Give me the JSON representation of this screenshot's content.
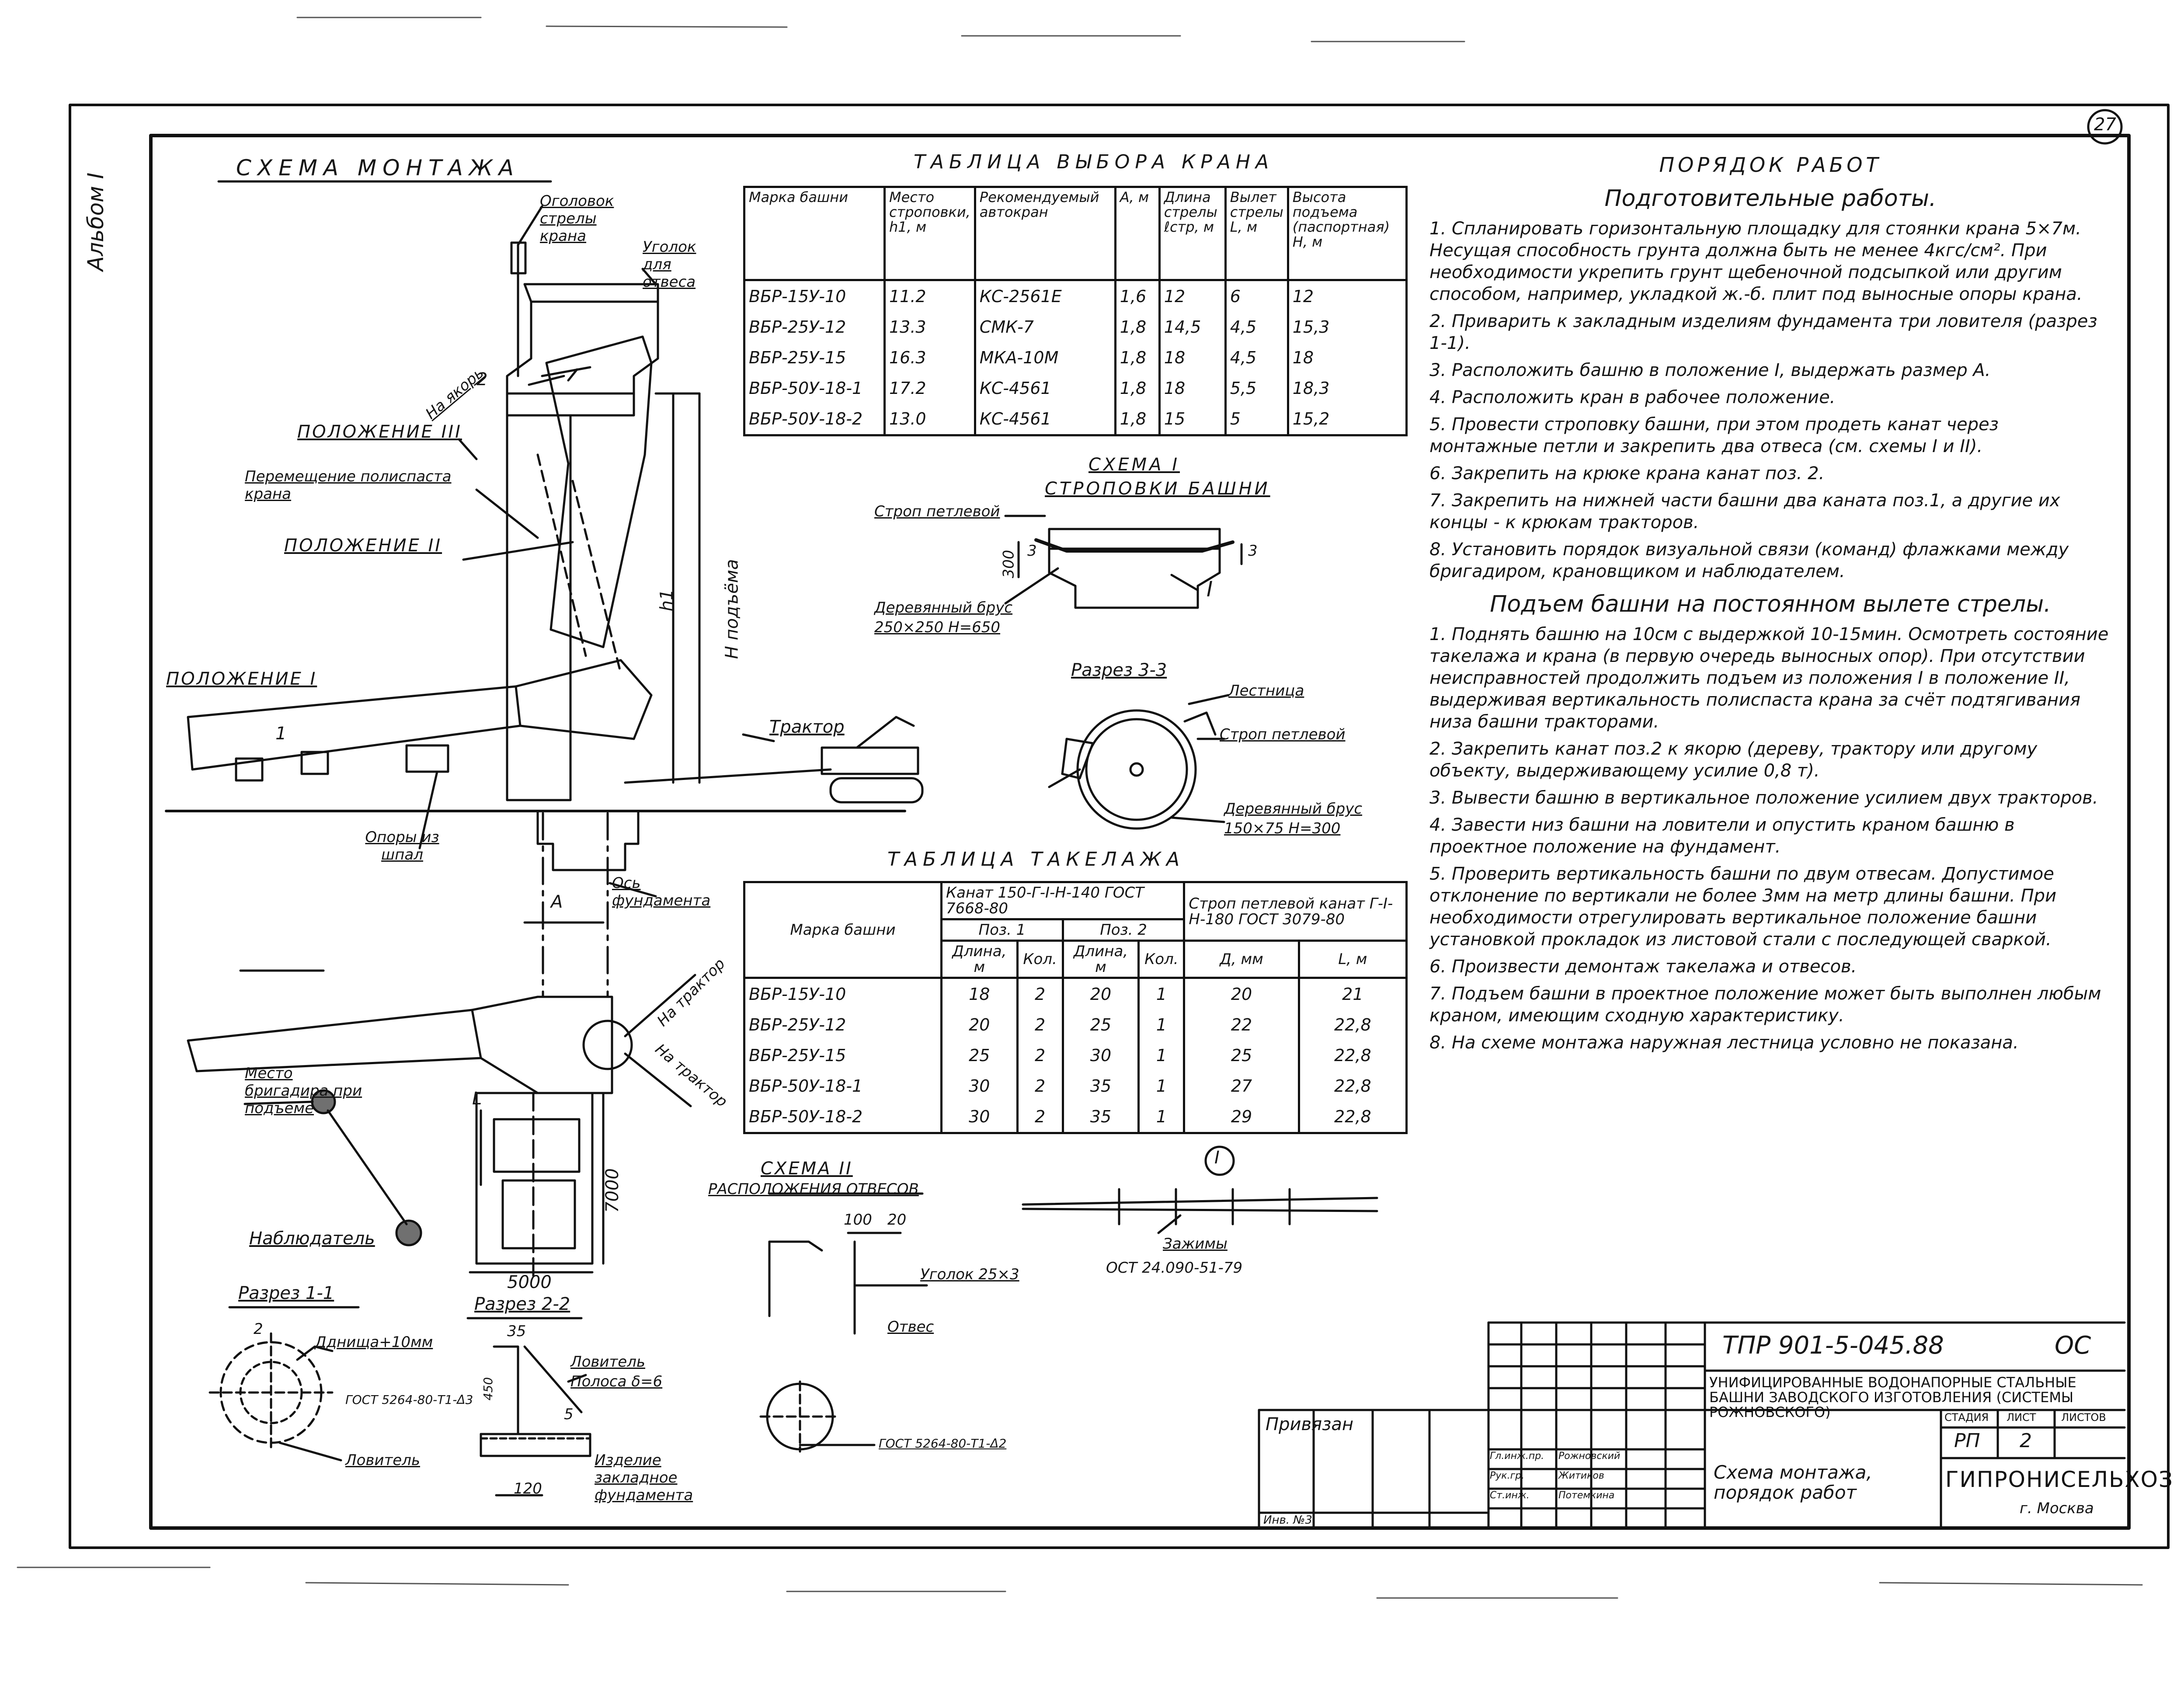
{
  "sheet": {
    "number": "27",
    "album": "Альбом I"
  },
  "drawing": {
    "title": "СХЕМА МОНТАЖА",
    "labels": {
      "boom_head": "Оголовок стрелы крана",
      "plumb_hook": "Уголок для отвеса",
      "to_anchor": "На якорь",
      "pos3": "ПОЛОЖЕНИЕ III",
      "hoist_pulley": "Перемещение полиспаста крана",
      "pos2": "ПОЛОЖЕНИЕ II",
      "pos1": "ПОЛОЖЕНИЕ I",
      "h1": "h1",
      "h_lift": "Н подъёма",
      "tractor": "Трактор",
      "supports": "Опоры из шпал",
      "foundation_axis": "Ось фундамента",
      "a_dim": "А",
      "pos_1": "1",
      "pos_2": "2",
      "to_tractor_1": "На трактор",
      "to_tractor_2": "На трактор",
      "foreman_place": "Место бригадира при подъеме",
      "observer": "Наблюдатель",
      "dim_7000": "7000",
      "dim_5000": "5000",
      "dim_l": "L"
    }
  },
  "crane_table": {
    "title": "ТАБЛИЦА ВЫБОРА КРАНА",
    "headers": [
      "Марка башни",
      "Место строповки, h1, м",
      "Рекомендуемый автокран",
      "А, м",
      "Длина стрелы ℓстр, м",
      "Вылет стрелы L, м",
      "Высота подъема (паспортная) Н, м"
    ],
    "rows": [
      [
        "ВБР-15У-10",
        "11.2",
        "КС-2561Е",
        "1,6",
        "12",
        "6",
        "12"
      ],
      [
        "ВБР-25У-12",
        "13.3",
        "СМК-7",
        "1,8",
        "14,5",
        "4,5",
        "15,3"
      ],
      [
        "ВБР-25У-15",
        "16.3",
        "МКА-10М",
        "1,8",
        "18",
        "4,5",
        "18"
      ],
      [
        "ВБР-50У-18-1",
        "17.2",
        "КС-4561",
        "1,8",
        "18",
        "5,5",
        "18,3"
      ],
      [
        "ВБР-50У-18-2",
        "13.0",
        "КС-4561",
        "1,8",
        "15",
        "5",
        "15,2"
      ]
    ]
  },
  "schema1": {
    "title": "СХЕМА I",
    "subtitle": "СТРОПОВКИ БАШНИ",
    "sling": "Строп петлевой",
    "beam": "Деревянный брус",
    "beam_size": "250×250 Н=650",
    "dim_300": "300",
    "dim_3a": "3",
    "dim_3b": "3",
    "mark": "I"
  },
  "section33": {
    "title": "Разрез 3-3",
    "ladder": "Лестница",
    "sling": "Строп петлевой",
    "beam": "Деревянный брус",
    "beam_size": "150×75 Н=300"
  },
  "rig_table": {
    "title": "ТАБЛИЦА ТАКЕЛАЖА",
    "col_tower": "Марка башни",
    "rope": "Канат 150-Г-I-Н-140 ГОСТ 7668-80",
    "sling": "Строп петлевой канат Г-I-Н-180 ГОСТ 3079-80",
    "pos1": "Поз. 1",
    "pos2": "Поз. 2",
    "sub": [
      "Длина, м",
      "Кол.",
      "Длина, м",
      "Кол.",
      "Д, мм",
      "L, м"
    ],
    "rows": [
      [
        "ВБР-15У-10",
        "18",
        "2",
        "20",
        "1",
        "20",
        "21"
      ],
      [
        "ВБР-25У-12",
        "20",
        "2",
        "25",
        "1",
        "22",
        "22,8"
      ],
      [
        "ВБР-25У-15",
        "25",
        "2",
        "30",
        "1",
        "25",
        "22,8"
      ],
      [
        "ВБР-50У-18-1",
        "30",
        "2",
        "35",
        "1",
        "27",
        "22,8"
      ],
      [
        "ВБР-50У-18-2",
        "30",
        "2",
        "35",
        "1",
        "29",
        "22,8"
      ]
    ]
  },
  "schema2": {
    "title": "СХЕМА II",
    "subtitle": "РАСПОЛОЖЕНИЯ ОТВЕСОВ",
    "dim_100": "100",
    "dim_20": "20",
    "angle": "Уголок 25×3",
    "plumb": "Отвес",
    "gost": "ГОСТ 5264-80-Т1-Δ2"
  },
  "detail1": {
    "mark": "I",
    "clamps": "Зажимы",
    "ost": "ОСТ 24.090-51-79"
  },
  "section11": {
    "title": "Разрез 1-1",
    "dim_2": "2",
    "d_label": "Дднища+10мм",
    "gost": "ГОСТ 5264-80-Т1-Δ3",
    "catcher": "Ловитель"
  },
  "section22": {
    "title": "Разрез 2-2",
    "dim_35": "35",
    "catcher": "Ловитель",
    "strip": "Полоса δ=6",
    "embed": "Изделие закладное фундамента",
    "dim_120": "120",
    "dim_5": "5",
    "dim_450": "450"
  },
  "works": {
    "title": "ПОРЯДОК РАБОТ",
    "prep_title": "Подготовительные работы.",
    "prep": [
      "1. Спланировать горизонтальную площадку для стоянки крана 5×7м. Несущая способность грунта должна быть не менее 4кгс/см². При необходимости укрепить грунт щебеночной подсыпкой или другим способом, например, укладкой ж.-б. плит под выносные опоры крана.",
      "2. Приварить к закладным изделиям фундамента три ловителя (разрез 1-1).",
      "3. Расположить башню в положение I, выдержать размер А.",
      "4. Расположить кран в рабочее положение.",
      "5. Провести строповку башни, при этом продеть канат через монтажные петли и закрепить два отвеса (см. схемы I и II).",
      "6. Закрепить на крюке крана канат поз. 2.",
      "7. Закрепить на нижней части башни два каната поз.1, а другие их концы - к крюкам тракторов.",
      "8. Установить порядок визуальной связи (команд) флажками между бригадиром, крановщиком и наблюдателем."
    ],
    "lift_title": "Подъем башни на постоянном вылете стрелы.",
    "lift": [
      "1. Поднять башню на 10см с выдержкой 10-15мин. Осмотреть состояние такелажа и крана (в первую очередь выносных опор). При отсутствии неисправностей продолжить подъем из положения I в положение II, выдерживая вертикальность полиспаста крана за счёт подтягивания низа башни тракторами.",
      "2. Закрепить канат поз.2 к якорю (дереву, трактору или другому объекту, выдерживающему усилие 0,8 т).",
      "3. Вывести башню в вертикальное положение усилием двух тракторов.",
      "4. Завести низ башни на ловители и опустить краном башню в проектное положение на фундамент.",
      "5. Проверить вертикальность башни по двум отвесам. Допустимое отклонение по вертикали не более 3мм на метр длины башни. При необходимости отрегулировать вертикальное положение башни установкой прокладок из листовой стали с последующей сваркой.",
      "6. Произвести демонтаж такелажа и отвесов.",
      "7. Подъем башни в проектное положение может быть выполнен любым краном, имеющим сходную характеристику.",
      "8. На схеме монтажа наружная лестница условно не показана."
    ]
  },
  "title_block": {
    "code": "ТПР 901-5-045.88",
    "section": "ОС",
    "desc": "УНИФИЦИРОВАННЫЕ ВОДОНАПОРНЫЕ СТАЛЬНЫЕ БАШНИ ЗАВОДСКОГО ИЗГОТОВЛЕНИЯ (СИСТЕМЫ РОЖНОВСКОГО)",
    "stage_h": "СТАДИЯ",
    "sheet_h": "ЛИСТ",
    "sheets_h": "ЛИСТОВ",
    "stage": "РП",
    "sheet_no": "2",
    "sheet_name": "Схема монтажа, порядок работ",
    "org": "ГИПРОНИСЕЛЬХОЗ",
    "city": "г. Москва",
    "bound": "Привязан",
    "inv": "Инв. №3",
    "roles": [
      "Гл.инж.пр.",
      "Рук.гр.",
      "Ст.инж."
    ],
    "names": [
      "Рожновский",
      "Житиков",
      "Потемкина"
    ]
  }
}
